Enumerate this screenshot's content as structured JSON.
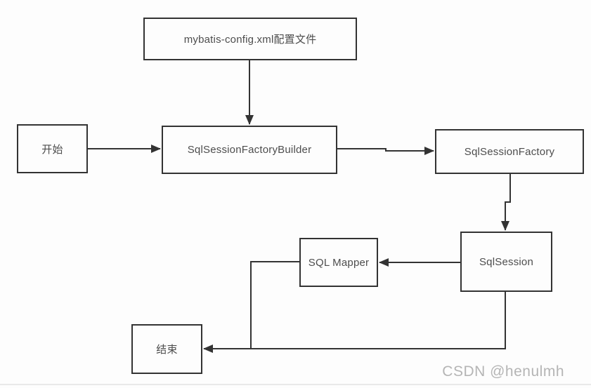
{
  "diagram": {
    "nodes": {
      "config": {
        "label": "mybatis-config.xml配置文件"
      },
      "start": {
        "label": "开始"
      },
      "builder": {
        "label": "SqlSessionFactoryBuilder"
      },
      "factory": {
        "label": "SqlSessionFactory"
      },
      "session": {
        "label": "SqlSession"
      },
      "mapper": {
        "label": "SQL Mapper"
      },
      "end": {
        "label": "结束"
      }
    },
    "edges": [
      {
        "from": "config",
        "to": "builder",
        "direction": "down"
      },
      {
        "from": "start",
        "to": "builder",
        "direction": "right"
      },
      {
        "from": "builder",
        "to": "factory",
        "direction": "right"
      },
      {
        "from": "factory",
        "to": "session",
        "direction": "down"
      },
      {
        "from": "session",
        "to": "mapper",
        "direction": "left"
      },
      {
        "from": "mapper",
        "to": "end",
        "direction": "left"
      },
      {
        "from": "session",
        "to": "end",
        "direction": "left"
      }
    ],
    "colors": {
      "box_border": "#333333",
      "arrow": "#333333",
      "text": "#4d4d4d",
      "background": "#fdfdfd",
      "watermark": "#b5b5b5",
      "bottom_rule": "#e9e9e9"
    }
  },
  "watermark": {
    "text": "CSDN @henulmh"
  }
}
